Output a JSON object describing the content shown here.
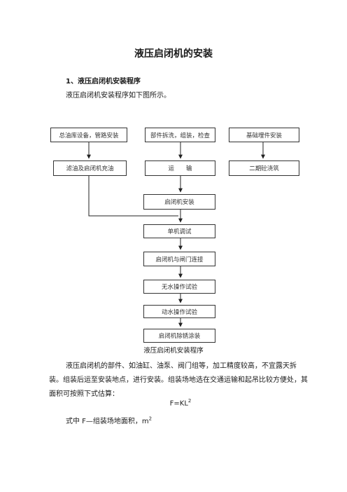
{
  "document": {
    "title": "液压启闭机的安装",
    "section_heading": "1、液压启闭机安装程序",
    "intro": "液压启闭机安装程序如下图所示。",
    "caption": "液压启闭机安装程序",
    "paragraph": "液压启闭机的部件、如油缸、油泵、阀门组等，加工精度较高，不宜露天拆装。组装后运至安装地点，进行安装。组装场地选在交通运输和起吊比较方便处，其面积可按照下式估算：",
    "formula_text": "F=KL",
    "formula_exp": "2",
    "definition_text": "式中 F—组装场地面积，m",
    "definition_exp": "2"
  },
  "flowchart": {
    "top_left": "总油库设备，管路安装",
    "top_mid": "部件拆洗，组装，检查",
    "top_right": "基础埋件安装",
    "row2_left": "滤油及启闭机充油",
    "row2_mid": "运　　输",
    "row2_right": "二期砼浇筑",
    "step_install": "启闭机安装",
    "step_debug": "单机调试",
    "step_connect": "启闭机与闸门连接",
    "step_dry_test": "无水操作试验",
    "step_wet_test": "动水操作试验",
    "step_coating": "启闭机除锈涂装"
  }
}
